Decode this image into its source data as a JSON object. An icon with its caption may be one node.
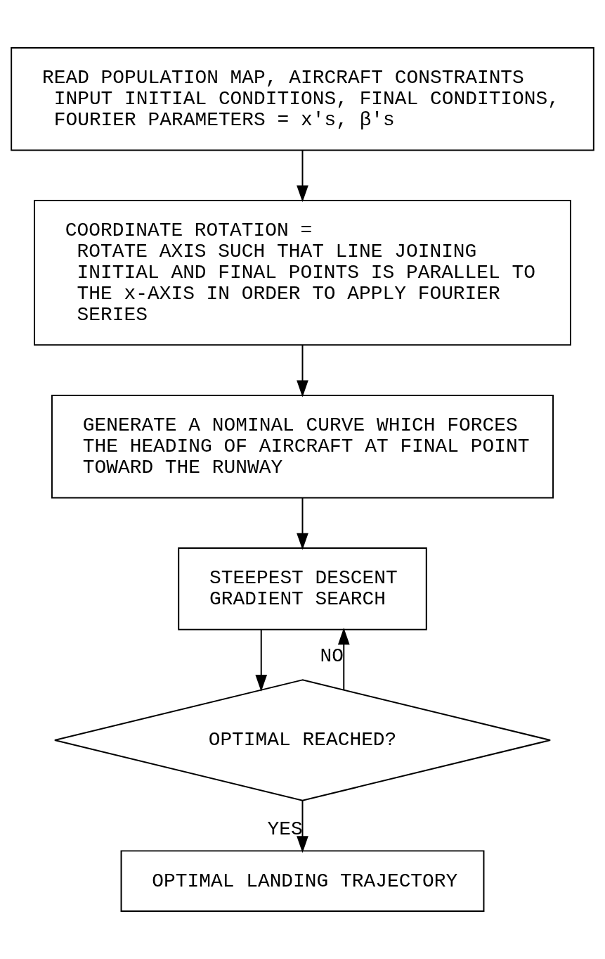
{
  "diagram": {
    "nodes": [
      {
        "text": [
          "READ POPULATION MAP, AIRCRAFT CONSTRAINTS",
          "INPUT INITIAL CONDITIONS, FINAL CONDITIONS, FOURIER PARAMETERS = x's, β's"
        ]
      },
      {
        "text": [
          "COORDINATE ROTATION =",
          "ROTATE AXIS SUCH THAT LINE JOINING INITIAL AND FINAL POINTS IS PARALLEL TO THE x-AXIS IN ORDER TO APPLY FOURIER SERIES"
        ]
      },
      {
        "text": [
          "GENERATE A NOMINAL CURVE WHICH FORCES THE HEADING OF AIRCRAFT AT FINAL POINT TOWARD THE RUNWAY"
        ]
      },
      {
        "text": [
          "STEEPEST DESCENT GRADIENT SEARCH"
        ]
      },
      {
        "text": [
          "OPTIMAL REACHED?"
        ]
      },
      {
        "text": [
          "OPTIMAL LANDING TRAJECTORY"
        ]
      }
    ],
    "edges": [
      {
        "from": 0,
        "to": 1,
        "arrow": "to"
      },
      {
        "from": 1,
        "to": 2,
        "arrow": "to"
      },
      {
        "from": 2,
        "to": 3,
        "arrow": "to"
      },
      {
        "from": 3,
        "to": 4,
        "arrow": "to"
      },
      {
        "from": 4,
        "to": 3,
        "arrow": "to",
        "label": "NO"
      },
      {
        "from": 4,
        "to": 5,
        "arrow": "to",
        "label": "YES"
      }
    ]
  }
}
